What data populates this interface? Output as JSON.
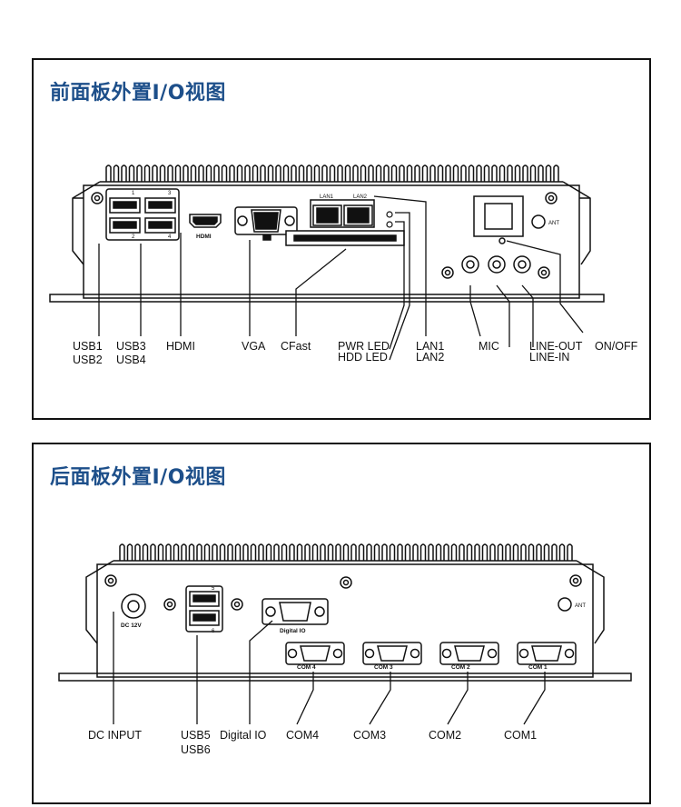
{
  "front": {
    "title": "前面板外置I/O视图",
    "connector_text": {
      "lan1": "LAN1",
      "lan2": "LAN2",
      "hdmi": "HDMI",
      "ant": "ANT",
      "usb_1": "1",
      "usb_2": "2",
      "usb_3": "3",
      "usb_4": "4"
    },
    "callouts": {
      "usb12_a": "USB1",
      "usb12_b": "USB2",
      "usb34_a": "USB3",
      "usb34_b": "USB4",
      "hdmi": "HDMI",
      "vga": "VGA",
      "cfast": "CFast",
      "pwr_led": "PWR LED",
      "hdd_led": "HDD LED",
      "lan_a": "LAN1",
      "lan_b": "LAN2",
      "mic": "MIC",
      "line_out": "LINE-OUT",
      "line_in": "LINE-IN",
      "onoff": "ON/OFF"
    }
  },
  "rear": {
    "title": "后面板外置I/O视图",
    "connector_text": {
      "dc": "DC 12V",
      "digital_io": "Digital IO",
      "ant": "ANT",
      "usb_5": "5",
      "usb_6": "6",
      "com4": "COM 4",
      "com3": "COM 3",
      "com2": "COM 2",
      "com1": "COM 1"
    },
    "callouts": {
      "dc_input": "DC INPUT",
      "usb56_a": "USB5",
      "usb56_b": "USB6",
      "digital_io": "Digital IO",
      "com4": "COM4",
      "com3": "COM3",
      "com2": "COM2",
      "com1": "COM1"
    }
  },
  "colors": {
    "title": "#1d4f8a",
    "line": "#111111"
  }
}
